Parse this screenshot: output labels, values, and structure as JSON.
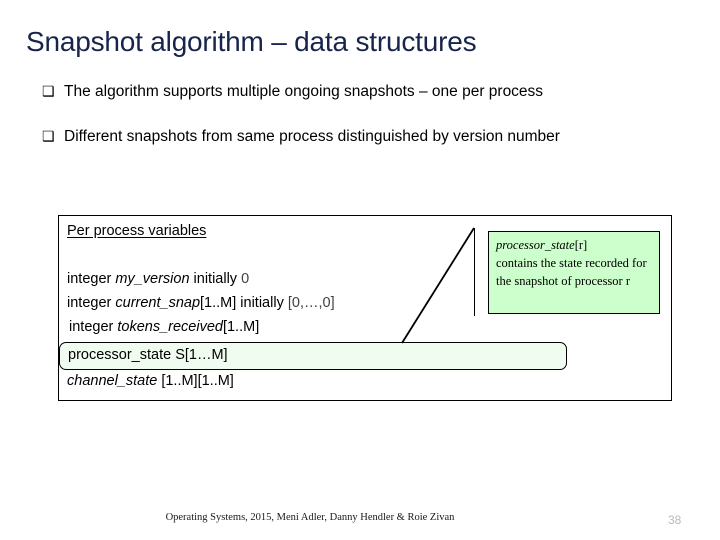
{
  "slide": {
    "title": "Snapshot algorithm – data structures",
    "bullet_glyph": "❑",
    "bullets": [
      "The algorithm supports multiple ongoing snapshots – one per process",
      "Different snapshots from same process distinguished by version number"
    ],
    "panel": {
      "heading": "Per process variables",
      "lines": [
        {
          "segments": [
            {
              "text": "integer ",
              "style": "normal"
            },
            {
              "text": "my_version",
              "style": "italic"
            },
            {
              "text": " initially ",
              "style": "normal"
            },
            {
              "text": "0",
              "style": "light"
            }
          ],
          "plain": "integer my_version initially 0"
        },
        {
          "segments": [
            {
              "text": "integer ",
              "style": "normal"
            },
            {
              "text": "current_snap",
              "style": "italic"
            },
            {
              "text": "[1..M] initially ",
              "style": "normal"
            },
            {
              "text": "[0,…,0]",
              "style": "light"
            }
          ],
          "plain": "integer current_snap[1..M] initially [0,…,0]"
        },
        {
          "segments": [
            {
              "text": "integer ",
              "style": "normal"
            },
            {
              "text": "tokens_received",
              "style": "italic"
            },
            {
              "text": "[1..M]",
              "style": "normal"
            }
          ],
          "plain": "integer tokens_received[1..M]"
        },
        {
          "segments": [
            {
              "text": "channel_state",
              "style": "italic"
            },
            {
              "text": " [1..M][1..M]",
              "style": "normal"
            }
          ],
          "plain": "channel_state [1..M][1..M]"
        }
      ],
      "highlighted_row": {
        "name_italic": "processor_state",
        "suffix": " S[1…M]",
        "plain": "processor_state S[1…M]",
        "fill_color": "#f1fcf1"
      }
    },
    "callout": {
      "term": "processor_state",
      "term_suffix": "[r]",
      "body": "contains the state recorded for the snapshot of processor r",
      "fill_color": "#ccffcc"
    },
    "footer": "Operating Systems, 2015, Meni Adler, Danny Hendler & Roie Zivan",
    "page_number": "38",
    "title_color": "#17244c"
  }
}
